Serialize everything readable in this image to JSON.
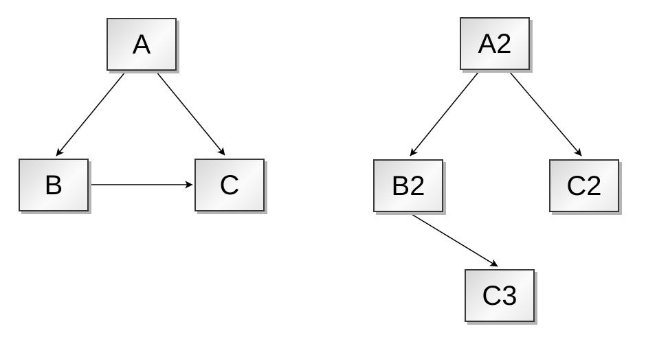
{
  "diagrams": [
    {
      "name": "left-graph",
      "nodes": [
        {
          "id": "A",
          "label": "A"
        },
        {
          "id": "B",
          "label": "B"
        },
        {
          "id": "C",
          "label": "C"
        }
      ],
      "edges": [
        {
          "from": "A",
          "to": "B"
        },
        {
          "from": "A",
          "to": "C"
        },
        {
          "from": "B",
          "to": "C"
        }
      ]
    },
    {
      "name": "right-graph",
      "nodes": [
        {
          "id": "A2",
          "label": "A2"
        },
        {
          "id": "B2",
          "label": "B2"
        },
        {
          "id": "C2",
          "label": "C2"
        },
        {
          "id": "C3",
          "label": "C3"
        }
      ],
      "edges": [
        {
          "from": "A2",
          "to": "B2"
        },
        {
          "from": "A2",
          "to": "C2"
        },
        {
          "from": "B2",
          "to": "C3"
        }
      ]
    }
  ],
  "colors": {
    "background": "#ffffff",
    "node_border": "#383838",
    "node_fill_dark": "#d6d6d6",
    "node_fill_light": "#fbfbfb",
    "node_shadow": "#b4b4b4",
    "edge": "#000000",
    "label": "#000000"
  }
}
